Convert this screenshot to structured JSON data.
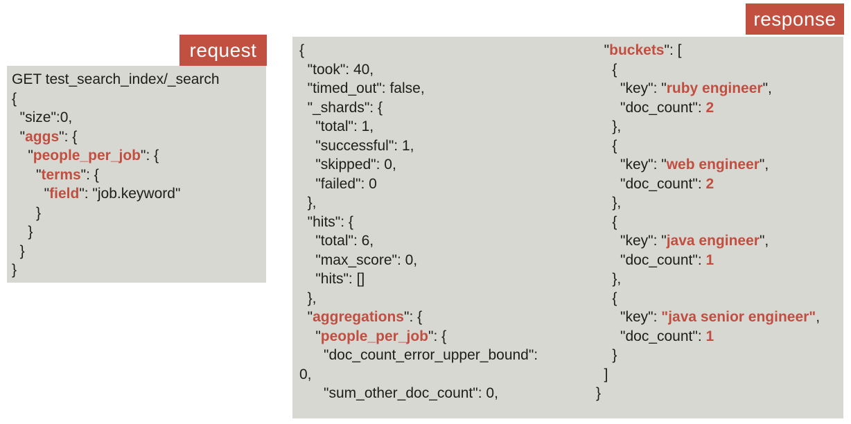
{
  "colors": {
    "accent": "#c15041",
    "panel_bg": "#d8d8d2",
    "keyword": "#c14f41",
    "code_text": "#1d1d1b",
    "tab_text": "#ffffff"
  },
  "request": {
    "tab_label": "request",
    "code": [
      [
        {
          "t": "GET test_search_index/_search"
        }
      ],
      [
        {
          "t": "{"
        }
      ],
      [
        {
          "t": "  \"size\":0,"
        }
      ],
      [
        {
          "t": "  \""
        },
        {
          "t": "aggs",
          "r": true
        },
        {
          "t": "\": {"
        }
      ],
      [
        {
          "t": "    \""
        },
        {
          "t": "people_per_job",
          "r": true
        },
        {
          "t": "\": {"
        }
      ],
      [
        {
          "t": "      \""
        },
        {
          "t": "terms",
          "r": true
        },
        {
          "t": "\": {"
        }
      ],
      [
        {
          "t": "        \""
        },
        {
          "t": "field",
          "r": true
        },
        {
          "t": "\": \"job.keyword\""
        }
      ],
      [
        {
          "t": "      }"
        }
      ],
      [
        {
          "t": "    }"
        }
      ],
      [
        {
          "t": "  }"
        }
      ],
      [
        {
          "t": "}"
        }
      ]
    ]
  },
  "response": {
    "tab_label": "response",
    "left_code": [
      [
        {
          "t": "{"
        }
      ],
      [
        {
          "t": "  \"took\": 40,"
        }
      ],
      [
        {
          "t": "  \"timed_out\": false,"
        }
      ],
      [
        {
          "t": "  \"_shards\": {"
        }
      ],
      [
        {
          "t": "    \"total\": 1,"
        }
      ],
      [
        {
          "t": "    \"successful\": 1,"
        }
      ],
      [
        {
          "t": "    \"skipped\": 0,"
        }
      ],
      [
        {
          "t": "    \"failed\": 0"
        }
      ],
      [
        {
          "t": "  },"
        }
      ],
      [
        {
          "t": "  \"hits\": {"
        }
      ],
      [
        {
          "t": "    \"total\": 6,"
        }
      ],
      [
        {
          "t": "    \"max_score\": 0,"
        }
      ],
      [
        {
          "t": "    \"hits\": []"
        }
      ],
      [
        {
          "t": "  },"
        }
      ],
      [
        {
          "t": "  \""
        },
        {
          "t": "aggregations",
          "r": true
        },
        {
          "t": "\": {"
        }
      ],
      [
        {
          "t": "    \""
        },
        {
          "t": "people_per_job",
          "r": true
        },
        {
          "t": "\": {"
        }
      ],
      [
        {
          "t": "      \"doc_count_error_upper_bound\":"
        }
      ],
      [
        {
          "t": "0,"
        }
      ],
      [
        {
          "t": "      \"sum_other_doc_count\": 0,"
        }
      ]
    ],
    "right_code": [
      [
        {
          "t": "  \""
        },
        {
          "t": "buckets",
          "r": true
        },
        {
          "t": "\": ["
        }
      ],
      [
        {
          "t": "    {"
        }
      ],
      [
        {
          "t": "      \"key\": \""
        },
        {
          "t": "ruby engineer",
          "r": true
        },
        {
          "t": "\","
        }
      ],
      [
        {
          "t": "      \"doc_count\": "
        },
        {
          "t": "2",
          "r": true
        }
      ],
      [
        {
          "t": "    },"
        }
      ],
      [
        {
          "t": "    {"
        }
      ],
      [
        {
          "t": "      \"key\": \""
        },
        {
          "t": "web engineer",
          "r": true
        },
        {
          "t": "\","
        }
      ],
      [
        {
          "t": "      \"doc_count\": "
        },
        {
          "t": "2",
          "r": true
        }
      ],
      [
        {
          "t": "    },"
        }
      ],
      [
        {
          "t": "    {"
        }
      ],
      [
        {
          "t": "      \"key\": \""
        },
        {
          "t": "java engineer",
          "r": true
        },
        {
          "t": "\","
        }
      ],
      [
        {
          "t": "      \"doc_count\": "
        },
        {
          "t": "1",
          "r": true
        }
      ],
      [
        {
          "t": "    },"
        }
      ],
      [
        {
          "t": "    {"
        }
      ],
      [
        {
          "t": "      \"key\": "
        },
        {
          "t": "\"java senior engineer\"",
          "r": true
        },
        {
          "t": ","
        }
      ],
      [
        {
          "t": "      \"doc_count\": "
        },
        {
          "t": "1",
          "r": true
        }
      ],
      [
        {
          "t": "    }"
        }
      ],
      [
        {
          "t": "  ]"
        }
      ],
      [
        {
          "t": "}"
        }
      ]
    ]
  }
}
